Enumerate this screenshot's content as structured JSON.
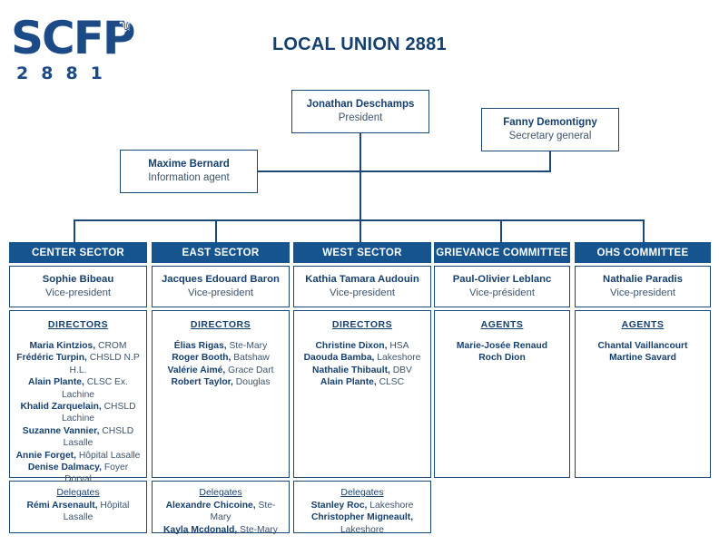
{
  "logo": {
    "word": "SCFP",
    "fleur_icon": "fleur-de-lis",
    "fleur_glyph": "⚜",
    "digits": "2881"
  },
  "title": "LOCAL UNION 2881",
  "colors": {
    "brand_blue": "#1b4a87",
    "header_bar": "#16548f",
    "border": "#1b4a78",
    "text_dark": "#16406e",
    "text_muted": "#3c556e"
  },
  "executive": {
    "president": {
      "name": "Jonathan Deschamps",
      "role": "President"
    },
    "secretary_general": {
      "name": "Fanny Demontigny",
      "role": "Secretary general"
    },
    "information_agent": {
      "name": "Maxime Bernard",
      "role": "Information agent"
    }
  },
  "columns": [
    {
      "header": "CENTER SECTOR",
      "vp": {
        "name": "Sophie Bibeau",
        "role": "Vice-president"
      },
      "members_label": "DIRECTORS",
      "members": [
        {
          "name": "Maria Kintzios,",
          "place": "CROM"
        },
        {
          "name": "Frédéric Turpin,",
          "place": "CHSLD N.P H.L."
        },
        {
          "name": "Alain Plante,",
          "place": "CLSC Ex. Lachine"
        },
        {
          "name": "Khalid Zarquelain,",
          "place": "CHSLD Lachine"
        },
        {
          "name": "Suzanne Vannier,",
          "place": "CHSLD Lasalle"
        },
        {
          "name": "Annie Forget,",
          "place": "Hôpital Lasalle"
        },
        {
          "name": "Denise Dalmacy,",
          "place": "Foyer Dorval"
        }
      ],
      "delegates_label": "Delegates",
      "delegates": [
        {
          "name": "Rémi Arsenault,",
          "place": "Hôpital Lasalle"
        }
      ]
    },
    {
      "header": "EAST SECTOR",
      "vp": {
        "name": "Jacques Edouard Baron",
        "role": "Vice-president"
      },
      "members_label": "DIRECTORS",
      "members": [
        {
          "name": "Élias Rigas,",
          "place": "Ste-Mary"
        },
        {
          "name": "Roger Booth,",
          "place": "Batshaw"
        },
        {
          "name": "Valérie Aimé,",
          "place": "Grace Dart"
        },
        {
          "name": "Robert Taylor,",
          "place": "Douglas"
        }
      ],
      "delegates_label": "Delegates",
      "delegates": [
        {
          "name": "Alexandre Chicoine,",
          "place": "Ste-Mary"
        },
        {
          "name": "Kayla Mcdonald,",
          "place": "Ste-Mary"
        }
      ]
    },
    {
      "header": "WEST SECTOR",
      "vp": {
        "name": "Kathia Tamara Audouin",
        "role": "Vice-president"
      },
      "members_label": "DIRECTORS",
      "members": [
        {
          "name": "Christine Dixon,",
          "place": "HSA"
        },
        {
          "name": "Daouda Bamba,",
          "place": "Lakeshore"
        },
        {
          "name": "Nathalie Thibault,",
          "place": "DBV"
        },
        {
          "name": "Alain Plante,",
          "place": "CLSC"
        }
      ],
      "delegates_label": "Delegates",
      "delegates": [
        {
          "name": "Stanley Roc,",
          "place": "Lakeshore"
        },
        {
          "name": "Christopher Migneault,",
          "place": "Lakeshore"
        }
      ]
    },
    {
      "header": "GRIEVANCE COMMITTEE",
      "vp": {
        "name": "Paul-Olivier Leblanc",
        "role": "Vice-président"
      },
      "members_label": "AGENTS",
      "members": [
        {
          "name": "Marie-Josée Renaud",
          "place": ""
        },
        {
          "name": "Roch Dion",
          "place": ""
        }
      ],
      "delegates_label": "",
      "delegates": []
    },
    {
      "header": "OHS COMMITTEE",
      "vp": {
        "name": "Nathalie Paradis",
        "role": "Vice-president"
      },
      "members_label": "AGENTS",
      "members": [
        {
          "name": "Chantal Vaillancourt",
          "place": ""
        },
        {
          "name": "Martine Savard",
          "place": ""
        }
      ],
      "delegates_label": "",
      "delegates": []
    }
  ]
}
